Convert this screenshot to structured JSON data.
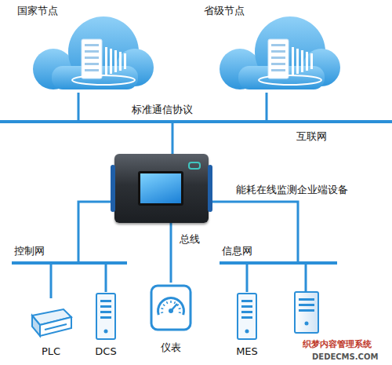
{
  "diagram": {
    "nodes": [
      {
        "text": [
          "国家节点"
        ]
      },
      {
        "text": [
          "省级节点"
        ]
      },
      {
        "text": [
          "标准通信协议",
          "互联网"
        ]
      },
      {
        "text": [
          "能耗在线监测企业端设备"
        ]
      },
      {
        "text": [
          "控制网"
        ]
      },
      {
        "text": [
          "信息网"
        ]
      },
      {
        "text": [
          "PLC"
        ]
      },
      {
        "text": [
          "DCS"
        ]
      },
      {
        "text": [
          "仪表"
        ]
      },
      {
        "text": [
          "MES"
        ]
      }
    ],
    "edges": [
      {
        "from": 0,
        "to": 2,
        "arrow": "none"
      },
      {
        "from": 1,
        "to": 2,
        "arrow": "none"
      },
      {
        "from": 2,
        "to": 3,
        "arrow": "none"
      },
      {
        "from": 3,
        "to": 4,
        "arrow": "none"
      },
      {
        "from": 3,
        "to": 5,
        "arrow": "none"
      },
      {
        "from": 3,
        "to": 8,
        "label": "总线",
        "arrow": "none"
      },
      {
        "from": 4,
        "to": 6,
        "arrow": "none"
      },
      {
        "from": 4,
        "to": 7,
        "arrow": "none"
      },
      {
        "from": 5,
        "to": 9,
        "arrow": "none"
      }
    ],
    "labels": [
      "织梦内容管理系统",
      "DEDECMS.COM"
    ]
  }
}
